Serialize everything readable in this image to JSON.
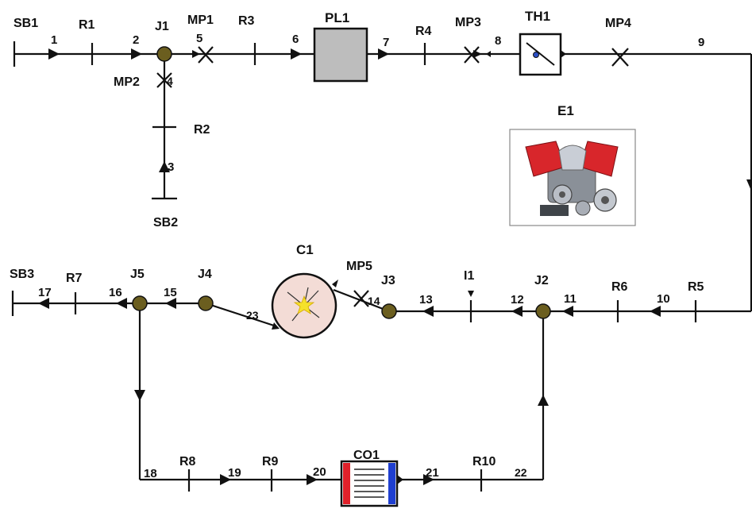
{
  "components": {
    "sb1": "SB1",
    "sb2": "SB2",
    "sb3": "SB3",
    "r1": "R1",
    "r2": "R2",
    "r3": "R3",
    "r4": "R4",
    "r5": "R5",
    "r6": "R6",
    "r7": "R7",
    "r8": "R8",
    "r9": "R9",
    "r10": "R10",
    "j1": "J1",
    "j2": "J2",
    "j3": "J3",
    "j4": "J4",
    "j5": "J5",
    "mp1": "MP1",
    "mp2": "MP2",
    "mp3": "MP3",
    "mp4": "MP4",
    "mp5": "MP5",
    "pl1": "PL1",
    "th1": "TH1",
    "e1": "E1",
    "c1": "C1",
    "i1": "I1",
    "co1": "CO1"
  },
  "edges": {
    "e1": "1",
    "e2": "2",
    "e3": "3",
    "e4": "4",
    "e5": "5",
    "e6": "6",
    "e7": "7",
    "e8": "8",
    "e9": "9",
    "e10": "10",
    "e11": "11",
    "e12": "12",
    "e13": "13",
    "e14": "14",
    "e15": "15",
    "e16": "16",
    "e17": "17",
    "e18": "18",
    "e19": "19",
    "e20": "20",
    "e21": "21",
    "e22": "22",
    "e23": "23"
  },
  "icons": {
    "engine": "engine-icon",
    "thermostat": "thermostat-icon",
    "compressor": "compressor-icon",
    "cooler": "cooler-icon",
    "plenum": "plenum-icon"
  },
  "colors": {
    "engine_red": "#d8262b",
    "cooler_red": "#e0212a",
    "cooler_blue": "#1f3fd0",
    "compressor_fill": "#f3dcd6",
    "plenum_fill": "#bdbdbd"
  }
}
